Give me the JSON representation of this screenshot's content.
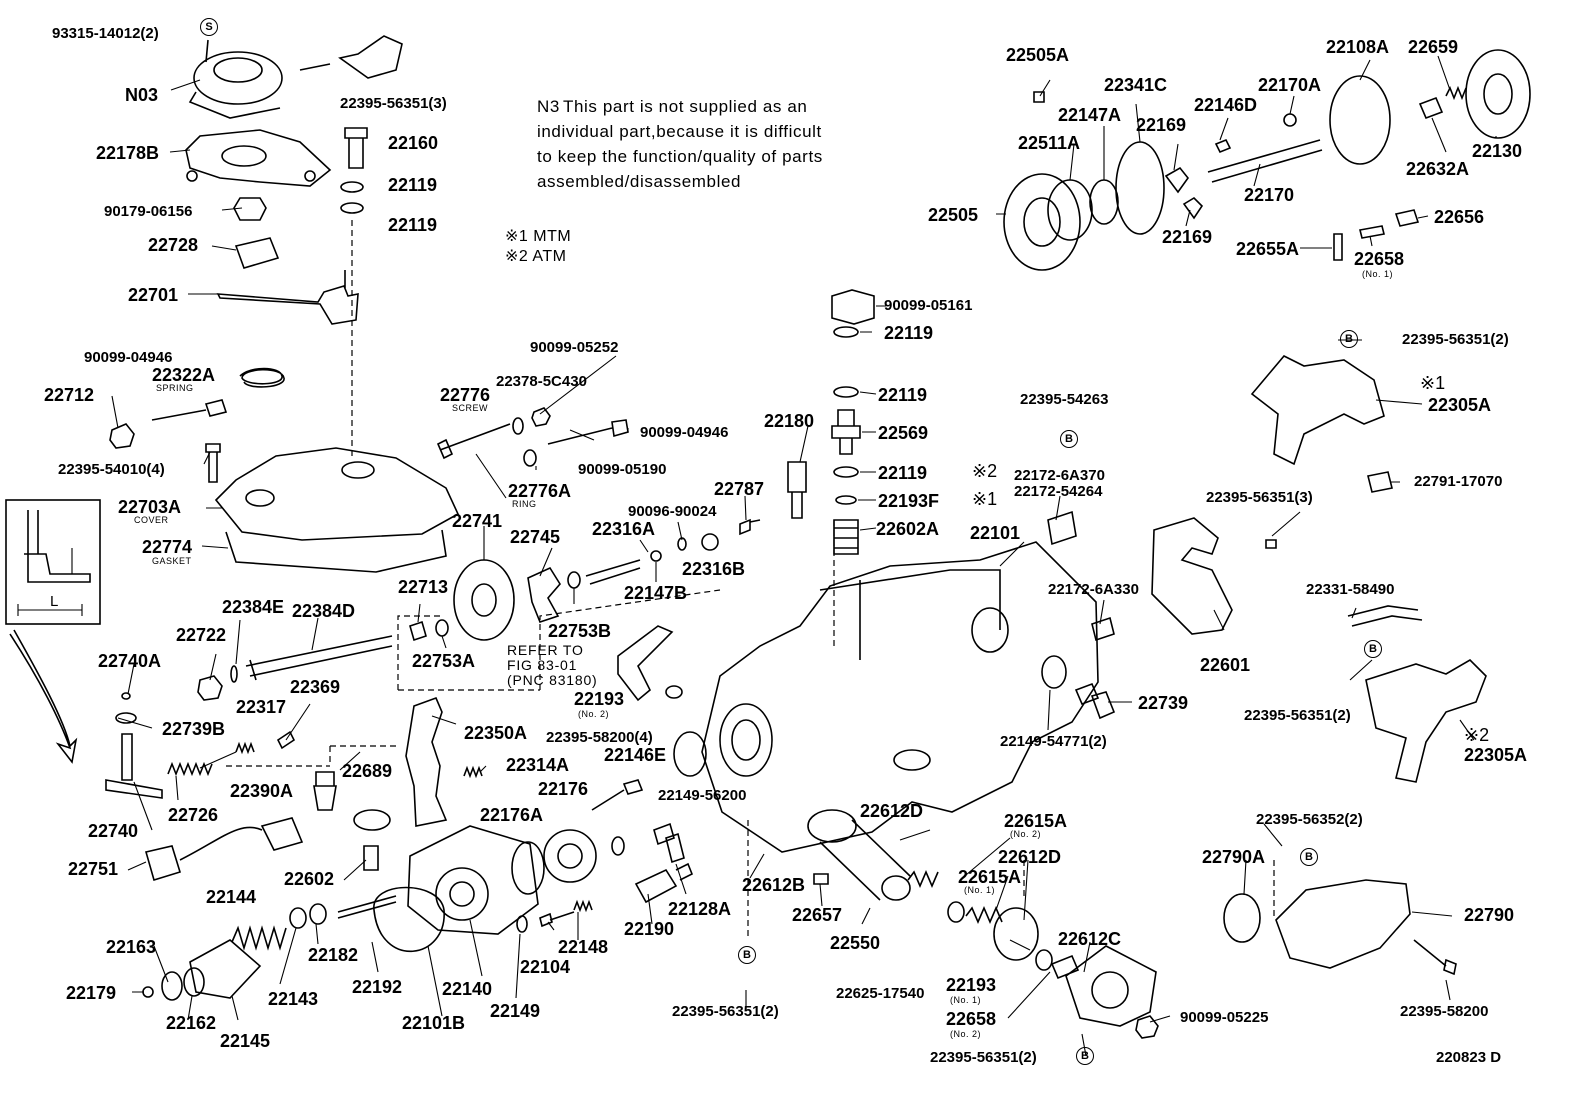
{
  "diagram_id": "220823 D",
  "note": {
    "code": "N3",
    "lines": [
      "This part is not supplied as an",
      "individual part,because it is difficult",
      "to keep the function/quality of parts",
      "assembled/disassembled"
    ]
  },
  "key": {
    "k1": "※1 MTM",
    "k2": "※2 ATM"
  },
  "refer": {
    "line1": "REFER TO",
    "line2": "FIG 83-01",
    "line3": "(PNC 83180)"
  },
  "bolt_symbol": "B",
  "s_symbol": "S",
  "inset_dim": "L",
  "mark1": "※1",
  "mark2": "※2",
  "parts": {
    "p93315": "93315-14012(2)",
    "n03": "N03",
    "p22395_56351_3a": "22395-56351(3)",
    "p22178b": "22178B",
    "p22160": "22160",
    "p22119a": "22119",
    "p22119b": "22119",
    "p90179": "90179-06156",
    "p22728": "22728",
    "p22701": "22701",
    "p90099_04946a": "90099-04946",
    "p22322a": "22322A",
    "p22712": "22712",
    "p22395_54010": "22395-54010(4)",
    "p22703a": "22703A",
    "p22774": "22774",
    "p90099_05252": "90099-05252",
    "p22378": "22378-5C430",
    "p22776": "22776",
    "p90099_04946b": "90099-04946",
    "p90099_05190": "90099-05190",
    "p22776a": "22776A",
    "p22180": "22180",
    "p22787": "22787",
    "p22741": "22741",
    "p22745": "22745",
    "p22316a": "22316A",
    "p90096": "90096-90024",
    "p22316b": "22316B",
    "p22147b": "22147B",
    "p22753b": "22753B",
    "p22713": "22713",
    "p22753a": "22753A",
    "p22384e": "22384E",
    "p22384d": "22384D",
    "p22722": "22722",
    "p22740a": "22740A",
    "p22739b": "22739B",
    "p22317": "22317",
    "p22369": "22369",
    "p22740": "22740",
    "p22726": "22726",
    "p22390a": "22390A",
    "p22350a": "22350A",
    "p22689": "22689",
    "p22314a": "22314A",
    "p22751": "22751",
    "p22602a": "22602",
    "p22176a": "22176A",
    "p22176": "22176",
    "p22395_58200_4": "22395-58200(4)",
    "p22146e": "22146E",
    "p22193no2": "22193",
    "p22149_56200": "22149-56200",
    "p22144": "22144",
    "p22163": "22163",
    "p22179": "22179",
    "p22162": "22162",
    "p22145": "22145",
    "p22143": "22143",
    "p22182": "22182",
    "p22192": "22192",
    "p22140": "22140",
    "p22101b": "22101B",
    "p22149": "22149",
    "p22104": "22104",
    "p22148": "22148",
    "p22190": "22190",
    "p22128a": "22128A",
    "p22612b": "22612B",
    "p22657": "22657",
    "p22550": "22550",
    "p22395_56351_2b": "22395-56351(2)",
    "p22612d_a": "22612D",
    "p22625": "22625-17540",
    "p22615a_no2": "22615A",
    "p22612d_b": "22612D",
    "p22615a_no1": "22615A",
    "p22193no1": "22193",
    "p22658no2": "22658",
    "p22612c": "22612C",
    "p90099_05225": "90099-05225",
    "p22395_56351_2c": "22395-56351(2)",
    "p90099_05161": "90099-05161",
    "p22119c": "22119",
    "p22119d": "22119",
    "p22569": "22569",
    "p22119e": "22119",
    "p22193f": "22193F",
    "p22602a_top": "22602A",
    "p22101": "22101",
    "p22395_54263": "22395-54263",
    "p22172_6a370": "22172-6A370",
    "p22172_54264": "22172-54264",
    "p22172_6a330": "22172-6A330",
    "p22739": "22739",
    "p22149_54771": "22149-54771(2)",
    "p22601": "22601",
    "p22395_56351_3b": "22395-56351(3)",
    "p22505a": "22505A",
    "p22341c": "22341C",
    "p22147a": "22147A",
    "p22511a": "22511A",
    "p22169a": "22169",
    "p22169b": "22169",
    "p22505": "22505",
    "p22146d": "22146D",
    "p22170a": "22170A",
    "p22108a": "22108A",
    "p22659": "22659",
    "p22130": "22130",
    "p22632a": "22632A",
    "p22170": "22170",
    "p22655a": "22655A",
    "p22658no1": "22658",
    "p22656": "22656",
    "p22395_56351_2d": "22395-56351(2)",
    "p22305a_a": "22305A",
    "p22791": "22791-17070",
    "p22331": "22331-58490",
    "p22395_56351_2e": "22395-56351(2)",
    "p22305a_b": "22305A",
    "p22395_56352": "22395-56352(2)",
    "p22790a": "22790A",
    "p22790": "22790",
    "p22395_58200": "22395-58200"
  },
  "sublabels": {
    "spring": "SPRING",
    "screw": "SCREW",
    "ring": "RING",
    "cover": "COVER",
    "gasket": "GASKET",
    "no1": "(No. 1)",
    "no2": "(No. 2)"
  }
}
